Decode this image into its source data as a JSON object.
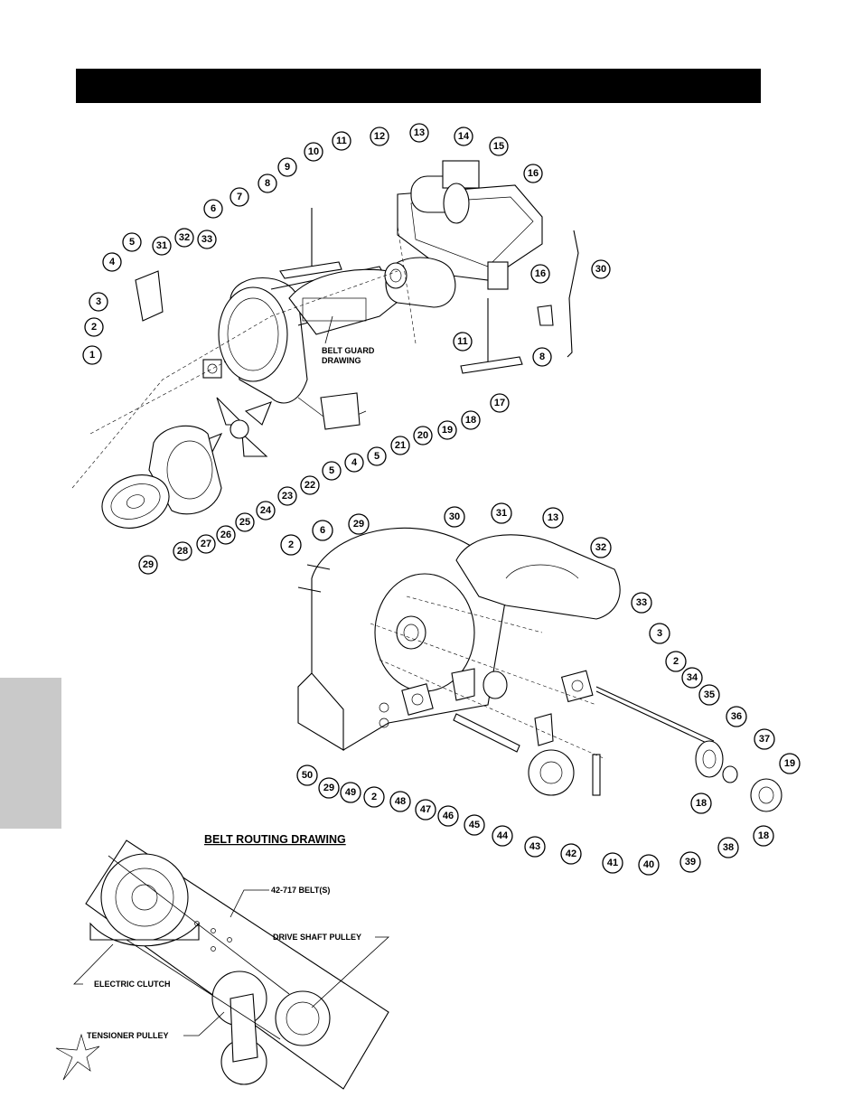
{
  "top_callouts": [
    "1",
    "2",
    "3",
    "4",
    "5",
    "31",
    "32",
    "33",
    "6",
    "7",
    "8",
    "9",
    "10",
    "11",
    "12",
    "13",
    "14",
    "15",
    "16",
    "16",
    "30",
    "11",
    "8",
    "17",
    "18",
    "19",
    "20",
    "21",
    "5",
    "4",
    "5",
    "22",
    "23",
    "24",
    "25",
    "26",
    "27",
    "28",
    "29"
  ],
  "bottom_callouts": [
    "2",
    "6",
    "29",
    "30",
    "31",
    "13",
    "32",
    "33",
    "3",
    "2",
    "34",
    "35",
    "36",
    "37",
    "19",
    "18",
    "18",
    "38",
    "39",
    "40",
    "41",
    "42",
    "43",
    "44",
    "45",
    "46",
    "47",
    "48",
    "2",
    "49",
    "29",
    "50"
  ],
  "labels": {
    "belt_guard": "BELT GUARD",
    "drawing": "DRAWING",
    "belt_routing_title": "BELT ROUTING DRAWING",
    "belt": "42-717 BELT(S)",
    "drive_shaft_pulley": "DRIVE SHAFT PULLEY",
    "electric_clutch": "ELECTRIC CLUTCH",
    "tensioner_pulley": "TENSIONER PULLEY"
  }
}
